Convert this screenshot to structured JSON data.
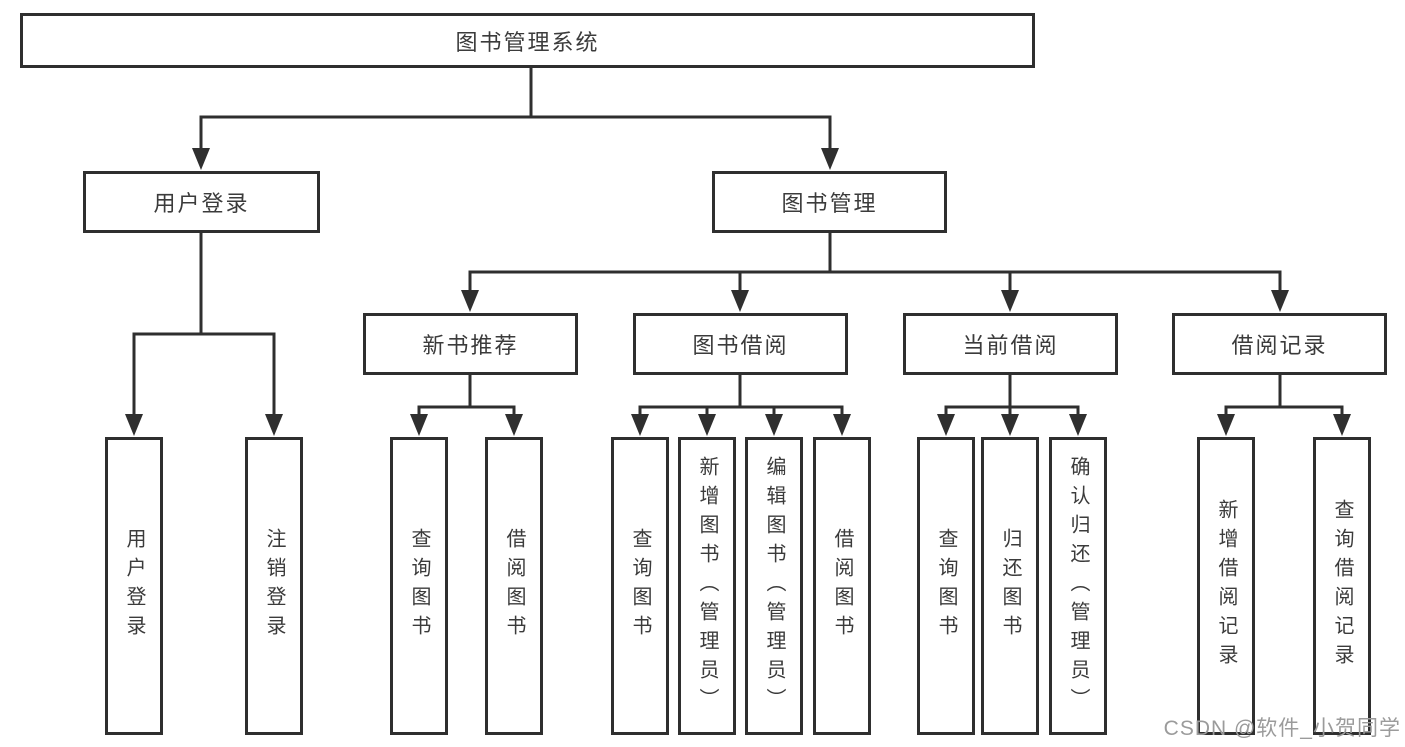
{
  "diagram": {
    "title": "图书管理系统",
    "tree": {
      "label": "图书管理系统",
      "children": [
        {
          "label": "用户登录",
          "children": [
            {
              "label": "用户登录"
            },
            {
              "label": "注销登录"
            }
          ]
        },
        {
          "label": "图书管理",
          "children": [
            {
              "label": "新书推荐",
              "children": [
                {
                  "label": "查询图书"
                },
                {
                  "label": "借阅图书"
                }
              ]
            },
            {
              "label": "图书借阅",
              "children": [
                {
                  "label": "查询图书"
                },
                {
                  "label": "新增图书（管理员）"
                },
                {
                  "label": "编辑图书（管理员）"
                },
                {
                  "label": "借阅图书"
                }
              ]
            },
            {
              "label": "当前借阅",
              "children": [
                {
                  "label": "查询图书"
                },
                {
                  "label": "归还图书"
                },
                {
                  "label": "确认归还（管理员）"
                }
              ]
            },
            {
              "label": "借阅记录",
              "children": [
                {
                  "label": "新增借阅记录"
                },
                {
                  "label": "查询借阅记录"
                }
              ]
            }
          ]
        }
      ]
    }
  },
  "watermark": {
    "text": "CSDN @软件_小贺同学"
  },
  "colors": {
    "line": "#2f2f2f",
    "text": "#3b3b3b",
    "watermark": "#9b9b9b",
    "background": "#ffffff"
  }
}
